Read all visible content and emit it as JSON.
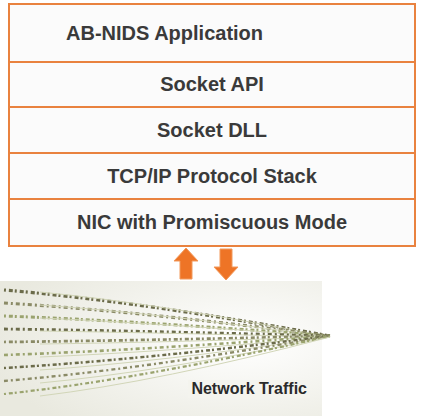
{
  "diagram": {
    "nodes": [
      {
        "text": [
          "AB-NIDS Application"
        ]
      },
      {
        "text": [
          "Socket API"
        ]
      },
      {
        "text": [
          "Socket DLL"
        ]
      },
      {
        "text": [
          "TCP/IP Protocol Stack"
        ]
      },
      {
        "text": [
          "NIC with Promiscuous Mode"
        ]
      },
      {
        "text": [
          "Network Traffic"
        ]
      }
    ],
    "edges": [
      {
        "from": 4,
        "to": 5,
        "arrow": "to"
      },
      {
        "from": 5,
        "to": 4,
        "arrow": "to"
      }
    ]
  }
}
